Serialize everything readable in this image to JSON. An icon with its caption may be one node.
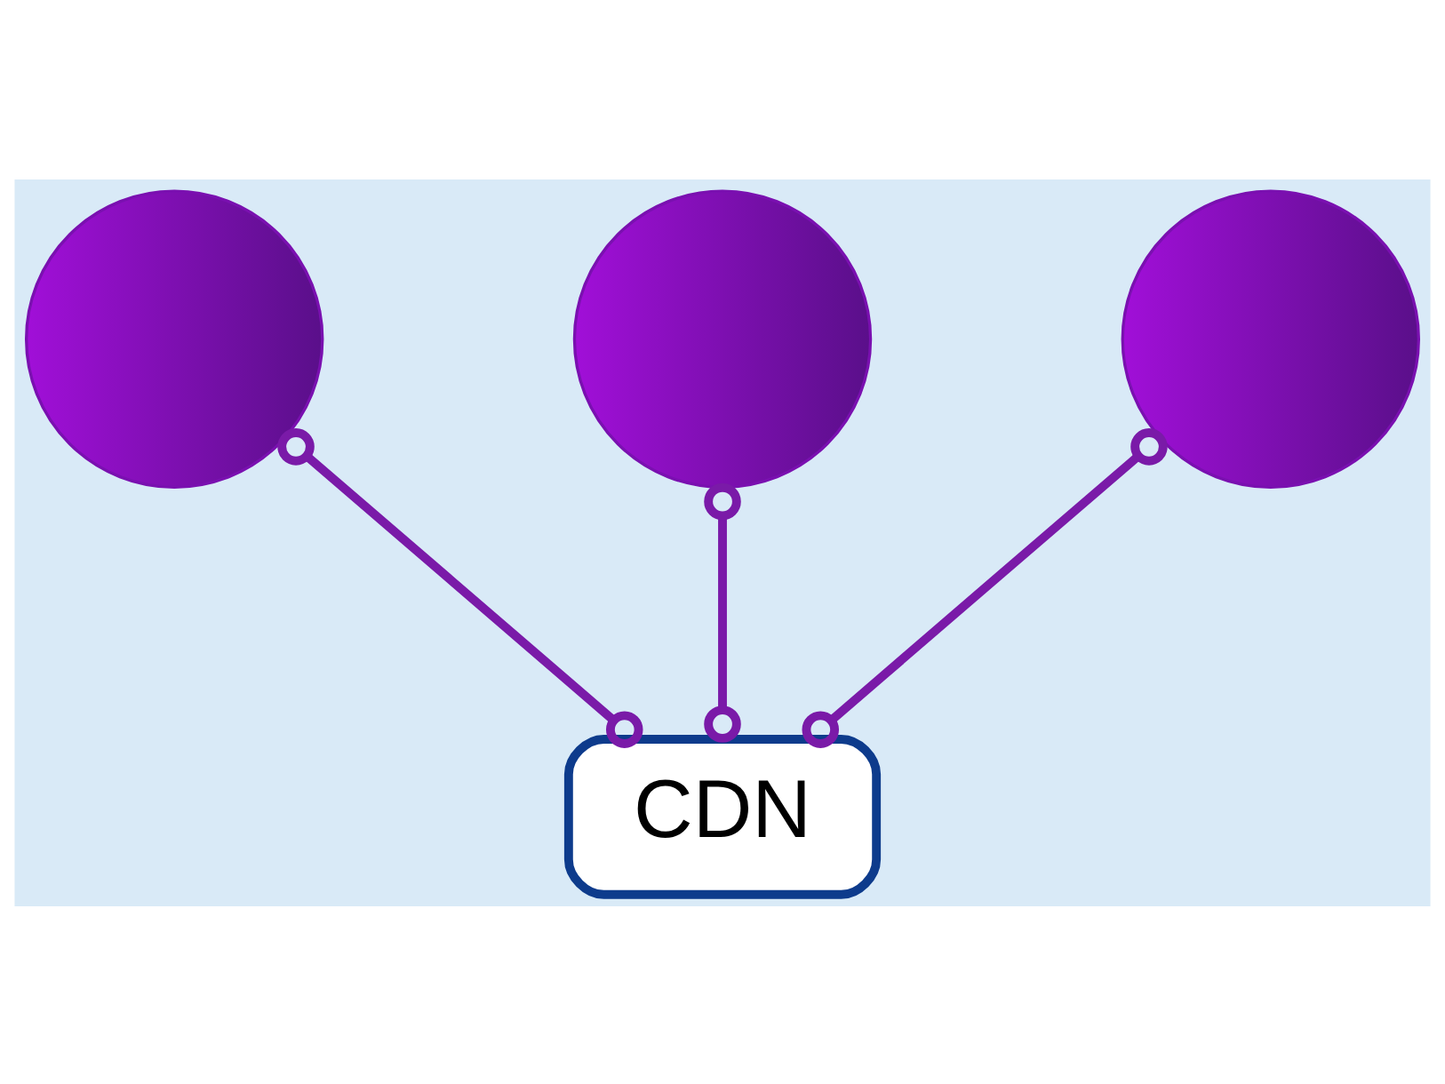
{
  "diagram": {
    "nodes": [
      {
        "text": [
          "CDN"
        ]
      },
      {
        "text": [],
        "shape": "circle"
      },
      {
        "text": [],
        "shape": "circle"
      },
      {
        "text": [],
        "shape": "circle"
      }
    ],
    "edges": [
      {
        "from": 1,
        "to": 0,
        "arrow": "other"
      },
      {
        "from": 2,
        "to": 0,
        "arrow": "other"
      },
      {
        "from": 3,
        "to": 0,
        "arrow": "other"
      }
    ]
  }
}
